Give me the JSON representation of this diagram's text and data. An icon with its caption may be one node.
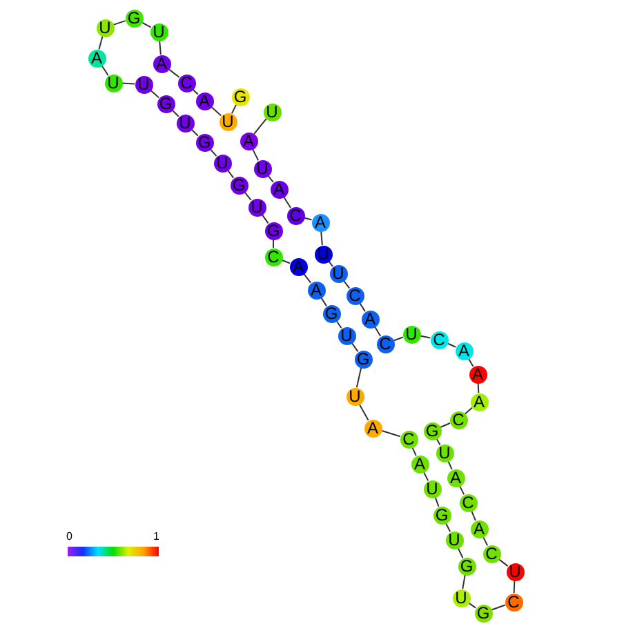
{
  "diagram": {
    "nodes": [
      {
        "text": [
          "U"
        ]
      },
      {
        "text": [
          "A"
        ]
      },
      {
        "text": [
          "U"
        ]
      },
      {
        "text": [
          "A"
        ]
      },
      {
        "text": [
          "C"
        ]
      },
      {
        "text": [
          "A"
        ]
      },
      {
        "text": [
          "U"
        ]
      },
      {
        "text": [
          "U"
        ]
      },
      {
        "text": [
          "C"
        ]
      },
      {
        "text": [
          "A"
        ]
      },
      {
        "text": [
          "C"
        ]
      },
      {
        "text": [
          "U"
        ]
      },
      {
        "text": [
          "C"
        ]
      },
      {
        "text": [
          "A"
        ]
      },
      {
        "text": [
          "A"
        ]
      },
      {
        "text": [
          "A"
        ]
      },
      {
        "text": [
          "C"
        ]
      },
      {
        "text": [
          "G"
        ]
      },
      {
        "text": [
          "U"
        ]
      },
      {
        "text": [
          "A"
        ]
      },
      {
        "text": [
          "C"
        ]
      },
      {
        "text": [
          "A"
        ]
      },
      {
        "text": [
          "C"
        ]
      },
      {
        "text": [
          "U"
        ]
      },
      {
        "text": [
          "C"
        ]
      },
      {
        "text": [
          "G"
        ]
      },
      {
        "text": [
          "U"
        ]
      },
      {
        "text": [
          "G"
        ]
      },
      {
        "text": [
          "U"
        ]
      },
      {
        "text": [
          "G"
        ]
      },
      {
        "text": [
          "U"
        ]
      },
      {
        "text": [
          "A"
        ]
      },
      {
        "text": [
          "C"
        ]
      },
      {
        "text": [
          "A"
        ]
      },
      {
        "text": [
          "U"
        ]
      },
      {
        "text": [
          "G"
        ]
      },
      {
        "text": [
          "U"
        ]
      },
      {
        "text": [
          "G"
        ]
      },
      {
        "text": [
          "A"
        ]
      },
      {
        "text": [
          "A"
        ]
      },
      {
        "text": [
          "C"
        ]
      },
      {
        "text": [
          "G"
        ]
      },
      {
        "text": [
          "U"
        ]
      },
      {
        "text": [
          "G"
        ]
      },
      {
        "text": [
          "U"
        ]
      },
      {
        "text": [
          "G"
        ]
      },
      {
        "text": [
          "U"
        ]
      },
      {
        "text": [
          "G"
        ]
      },
      {
        "text": [
          "U"
        ]
      },
      {
        "text": [
          "U"
        ]
      },
      {
        "text": [
          "A"
        ]
      },
      {
        "text": [
          "U"
        ]
      },
      {
        "text": [
          "G"
        ]
      },
      {
        "text": [
          "U"
        ]
      },
      {
        "text": [
          "A"
        ]
      },
      {
        "text": [
          "C"
        ]
      },
      {
        "text": [
          "A"
        ]
      },
      {
        "text": [
          "U"
        ]
      },
      {
        "text": [
          "G"
        ]
      }
    ],
    "edges": [
      {
        "from": 0,
        "to": 1,
        "arrow": "none"
      },
      {
        "from": 1,
        "to": 2,
        "arrow": "none"
      },
      {
        "from": 2,
        "to": 3,
        "arrow": "none"
      },
      {
        "from": 3,
        "to": 4,
        "arrow": "none"
      },
      {
        "from": 4,
        "to": 5,
        "arrow": "none"
      },
      {
        "from": 5,
        "to": 6,
        "arrow": "none"
      },
      {
        "from": 6,
        "to": 7,
        "arrow": "none"
      },
      {
        "from": 7,
        "to": 8,
        "arrow": "none"
      },
      {
        "from": 8,
        "to": 9,
        "arrow": "none"
      },
      {
        "from": 9,
        "to": 10,
        "arrow": "none"
      },
      {
        "from": 10,
        "to": 11,
        "arrow": "none"
      },
      {
        "from": 11,
        "to": 12,
        "arrow": "none"
      },
      {
        "from": 12,
        "to": 13,
        "arrow": "none"
      },
      {
        "from": 13,
        "to": 14,
        "arrow": "none"
      },
      {
        "from": 14,
        "to": 15,
        "arrow": "none"
      },
      {
        "from": 15,
        "to": 16,
        "arrow": "none"
      },
      {
        "from": 16,
        "to": 17,
        "arrow": "none"
      },
      {
        "from": 17,
        "to": 18,
        "arrow": "none"
      },
      {
        "from": 18,
        "to": 19,
        "arrow": "none"
      },
      {
        "from": 19,
        "to": 20,
        "arrow": "none"
      },
      {
        "from": 20,
        "to": 21,
        "arrow": "none"
      },
      {
        "from": 21,
        "to": 22,
        "arrow": "none"
      },
      {
        "from": 22,
        "to": 23,
        "arrow": "none"
      },
      {
        "from": 23,
        "to": 24,
        "arrow": "none"
      },
      {
        "from": 24,
        "to": 25,
        "arrow": "none"
      },
      {
        "from": 25,
        "to": 26,
        "arrow": "none"
      },
      {
        "from": 26,
        "to": 27,
        "arrow": "none"
      },
      {
        "from": 27,
        "to": 28,
        "arrow": "none"
      },
      {
        "from": 28,
        "to": 29,
        "arrow": "none"
      },
      {
        "from": 29,
        "to": 30,
        "arrow": "none"
      },
      {
        "from": 30,
        "to": 31,
        "arrow": "none"
      },
      {
        "from": 31,
        "to": 32,
        "arrow": "none"
      },
      {
        "from": 32,
        "to": 33,
        "arrow": "none"
      },
      {
        "from": 33,
        "to": 34,
        "arrow": "none"
      },
      {
        "from": 34,
        "to": 35,
        "arrow": "none"
      },
      {
        "from": 35,
        "to": 36,
        "arrow": "none"
      },
      {
        "from": 36,
        "to": 37,
        "arrow": "none"
      },
      {
        "from": 37,
        "to": 38,
        "arrow": "none"
      },
      {
        "from": 38,
        "to": 39,
        "arrow": "none"
      },
      {
        "from": 39,
        "to": 40,
        "arrow": "none"
      },
      {
        "from": 40,
        "to": 41,
        "arrow": "none"
      },
      {
        "from": 41,
        "to": 42,
        "arrow": "none"
      },
      {
        "from": 42,
        "to": 43,
        "arrow": "none"
      },
      {
        "from": 43,
        "to": 44,
        "arrow": "none"
      },
      {
        "from": 44,
        "to": 45,
        "arrow": "none"
      },
      {
        "from": 45,
        "to": 46,
        "arrow": "none"
      },
      {
        "from": 46,
        "to": 47,
        "arrow": "none"
      },
      {
        "from": 47,
        "to": 48,
        "arrow": "none"
      },
      {
        "from": 48,
        "to": 49,
        "arrow": "none"
      },
      {
        "from": 49,
        "to": 50,
        "arrow": "none"
      },
      {
        "from": 50,
        "to": 51,
        "arrow": "none"
      },
      {
        "from": 51,
        "to": 52,
        "arrow": "none"
      },
      {
        "from": 52,
        "to": 53,
        "arrow": "none"
      },
      {
        "from": 53,
        "to": 54,
        "arrow": "none"
      },
      {
        "from": 54,
        "to": 55,
        "arrow": "none"
      },
      {
        "from": 55,
        "to": 56,
        "arrow": "none"
      },
      {
        "from": 56,
        "to": 57,
        "arrow": "none"
      },
      {
        "from": 57,
        "to": 58,
        "arrow": "none"
      }
    ],
    "labels": [
      "0",
      "1"
    ]
  }
}
